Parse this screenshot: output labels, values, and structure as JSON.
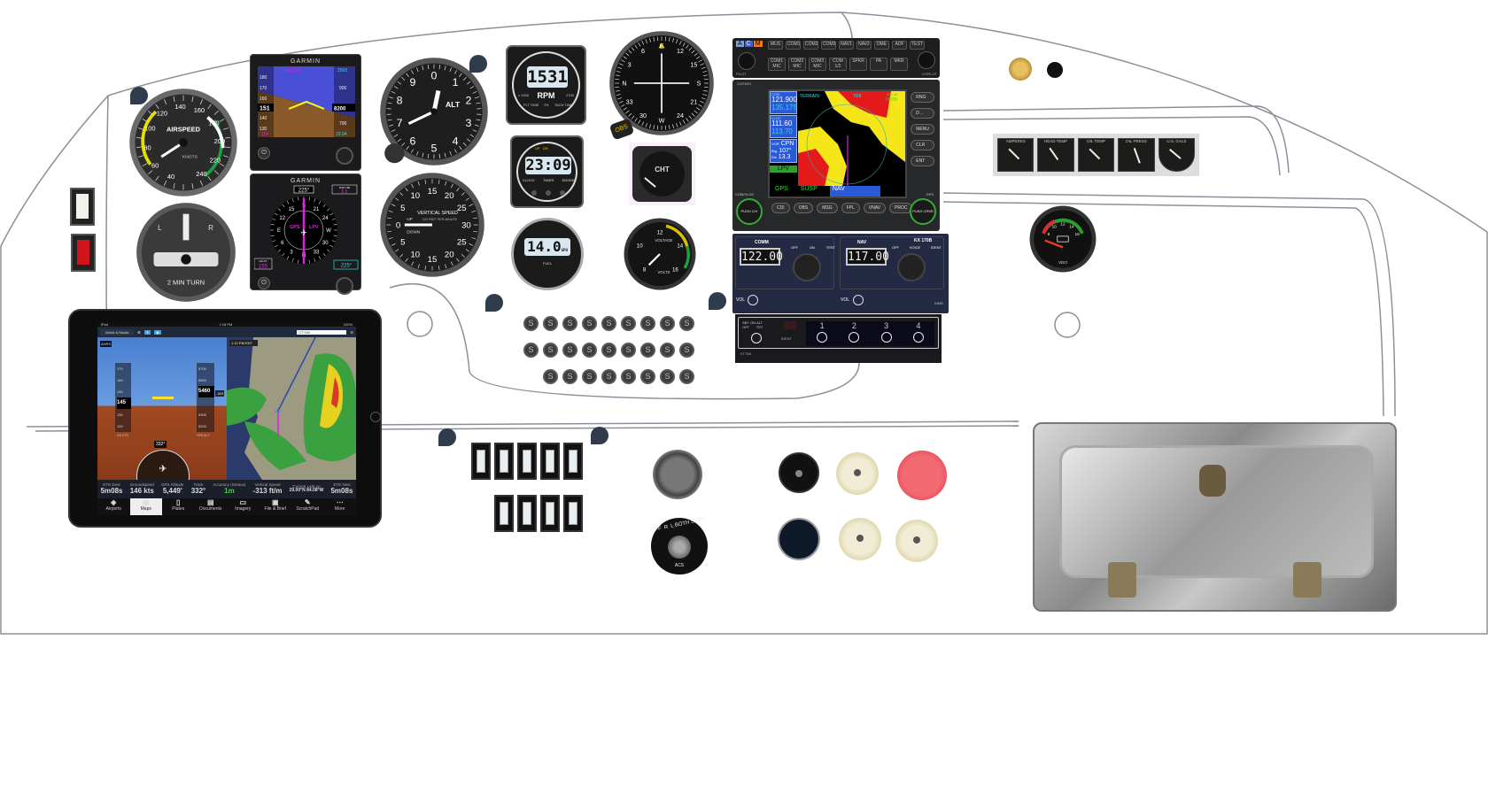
{
  "colors": {
    "panel_line": "#8a8f99",
    "bezel": "#1c1c1c",
    "lcd": "#d8e6ef",
    "magenta": "#e020e0",
    "cyan": "#35d6e6",
    "knob_red": "#f25a63",
    "cream": "#ece6c4"
  },
  "airspeed": {
    "label": "AIRSPEED",
    "unit": "KNOTS",
    "ticks": [
      "40",
      "60",
      "80",
      "100",
      "120",
      "140",
      "160",
      "180",
      "200",
      "220",
      "240"
    ]
  },
  "turn_coordinator": {
    "left": "L",
    "right": "R",
    "label": "2 MIN TURN"
  },
  "g5_pfd": {
    "brand": "GARMIN",
    "speed": "151",
    "speed_tape": [
      "180",
      "170",
      "160",
      "140",
      "130"
    ],
    "alt": "8200",
    "alt_target": "2500",
    "heading_bug": "HDG 315",
    "alt_tape": [
      "900",
      "700"
    ],
    "tas": "154",
    "baro": "29.94"
  },
  "g5_hsi": {
    "brand": "GARMIN",
    "heading": "225°",
    "dist_label": "DIST NM",
    "dist": "5.5",
    "source": "GPS",
    "mode": "LPV",
    "gs_label": "GS KT",
    "gs": "155",
    "course": "225°",
    "rose": [
      "N",
      "3",
      "6",
      "E",
      "12",
      "15",
      "S",
      "21",
      "24",
      "W",
      "30",
      "33"
    ]
  },
  "altimeter": {
    "label": "ALT",
    "numbers": [
      "0",
      "1",
      "2",
      "3",
      "4",
      "5",
      "6",
      "7",
      "8",
      "9"
    ]
  },
  "vsi": {
    "label": "VERTICAL SPEED",
    "sub": "100 FEET PER MINUTE",
    "up": "UP",
    "down": "DOWN",
    "numbers_top": [
      "0",
      "5",
      "10",
      "15",
      "20",
      "25",
      "30"
    ],
    "numbers_bottom": [
      "5",
      "10",
      "15",
      "20",
      "25"
    ]
  },
  "rpm": {
    "value": "1531",
    "label": "RPM",
    "left": "x 1000",
    "right": "2700",
    "buttons": [
      "FLT TIME",
      "FK",
      "TACH TIME"
    ]
  },
  "clock": {
    "value": "23:09",
    "labels": [
      "CLOCK",
      "TIMER",
      "ENGINE"
    ],
    "indicators": [
      "UP",
      "DN"
    ]
  },
  "fuel_flow": {
    "value": "14.0",
    "unit": "GPH",
    "label": "FUEL"
  },
  "obs": {
    "knob": "OBS",
    "rose": [
      "N",
      "3",
      "6",
      "E",
      "12",
      "15",
      "S",
      "21",
      "24",
      "W",
      "30",
      "33"
    ]
  },
  "cht": {
    "label": "CHT"
  },
  "volts": {
    "label": "VOLTAGE",
    "unit": "VOLTS",
    "ticks": [
      "8",
      "10",
      "12",
      "14",
      "16"
    ]
  },
  "audio_panel": {
    "modes": [
      "A",
      "C",
      "M"
    ],
    "top": [
      "MUS",
      "COM1",
      "COM2",
      "COM3",
      "NAV1",
      "NAV2",
      "DME",
      "ADF",
      "TEST"
    ],
    "bottom": [
      "COM1 MIC",
      "COM2 MIC",
      "COM3 MIC",
      "COM 1/2",
      "SPKR",
      "PA",
      "MKR"
    ],
    "pilot": "PILOT",
    "copilot": "COPILOT"
  },
  "gns430": {
    "brand": "GARMIN",
    "com_label": "COM",
    "com_active": "121.900",
    "com_standby": "135.175",
    "vloc_label": "VLOC",
    "vloc_active": "111.60",
    "vloc_standby": "113.70",
    "vor_label": "VOR",
    "vor": "CPN",
    "brg_label": "Brg",
    "brg": "107°",
    "dis_label": "Dis",
    "dis": "13.3",
    "approach": "LPV",
    "map_title": "TERRAIN",
    "trk": "TRK",
    "alt_label": "MSL Alt",
    "alt": "7220ft",
    "footer": [
      "GPS",
      "SUSP",
      "NAV"
    ],
    "bottom_buttons": [
      "CDI",
      "OBS",
      "MSG",
      "FPL",
      "VNAV",
      "PROC"
    ],
    "side_buttons": [
      "RNG",
      "D→",
      "MENU",
      "CLR",
      "ENT"
    ],
    "left_knob": "PUSH C/V",
    "right_knob": "PUSH CRSR",
    "com_vloc": "COM/VLOC",
    "gps": "GPS"
  },
  "kx170b": {
    "comm_label": "COMM",
    "comm_freq": "122.00",
    "nav_label": "NAV",
    "nav_freq": "117.00",
    "model": "KX 170B",
    "comm_switch": [
      "OFF",
      "ON",
      "TEST"
    ],
    "nav_switch": [
      "OFF",
      "VOICE",
      "IDENT"
    ],
    "vol": "VOL",
    "brand": "KING"
  },
  "transponder": {
    "modes": [
      "OFF",
      "SBY",
      "ON",
      "ALT",
      "TST"
    ],
    "ident": "IDENT",
    "digits": [
      "1",
      "2",
      "3",
      "4"
    ],
    "model": "KT76A"
  },
  "circuit_breakers": {
    "label": "S",
    "rows": [
      9,
      9,
      8
    ]
  },
  "rocker_switches": {
    "rows": [
      5,
      4
    ]
  },
  "ipad": {
    "status_left": "iPad",
    "time": "1:18 PM",
    "battery": "100%",
    "layer": "World & Radar",
    "search": "CTY89",
    "ahrs": "AHRS",
    "map_time": "1:12 PM EDT",
    "speed_tape": [
      "170",
      "160",
      "150",
      "130",
      "120"
    ],
    "speed": "145",
    "speed_label": "GS KTS",
    "alt_tape": [
      "5700",
      "5600",
      "5300",
      "5200"
    ],
    "alt": "5460",
    "alt_label": "GPS ALT",
    "vs": "-320",
    "heading": "332°",
    "stats": [
      {
        "label": "ETE Dest",
        "value": "5m08s"
      },
      {
        "label": "Groundspeed",
        "value": "146 kts"
      },
      {
        "label": "GPS Altitude",
        "value": "5,449'"
      },
      {
        "label": "Track",
        "value": "332°"
      },
      {
        "label": "Accuracy (Stratux)",
        "value": "1m"
      },
      {
        "label": "Vertical Speed",
        "value": "-313 ft/m"
      },
      {
        "label": "Current Lat/Lon",
        "value": "29.00°N 84.08°W"
      },
      {
        "label": "ETE Next",
        "value": "5m08s"
      }
    ],
    "tabs": [
      "Airports",
      "Maps",
      "Plates",
      "Documents",
      "Imagery",
      "File & Brief",
      "ScratchPad",
      "More"
    ]
  },
  "ignition": {
    "positions": "OFF  R  L BOTH START",
    "brand": "ACS"
  },
  "engine_gauges": [
    "AMPERES",
    "HEAD TEMP",
    "OIL TEMP",
    "OIL PRESS",
    "U.S. GALS"
  ],
  "vdo": {
    "ticks": [
      "8",
      "10",
      "12",
      "14",
      "16"
    ],
    "brand": "VDO"
  }
}
